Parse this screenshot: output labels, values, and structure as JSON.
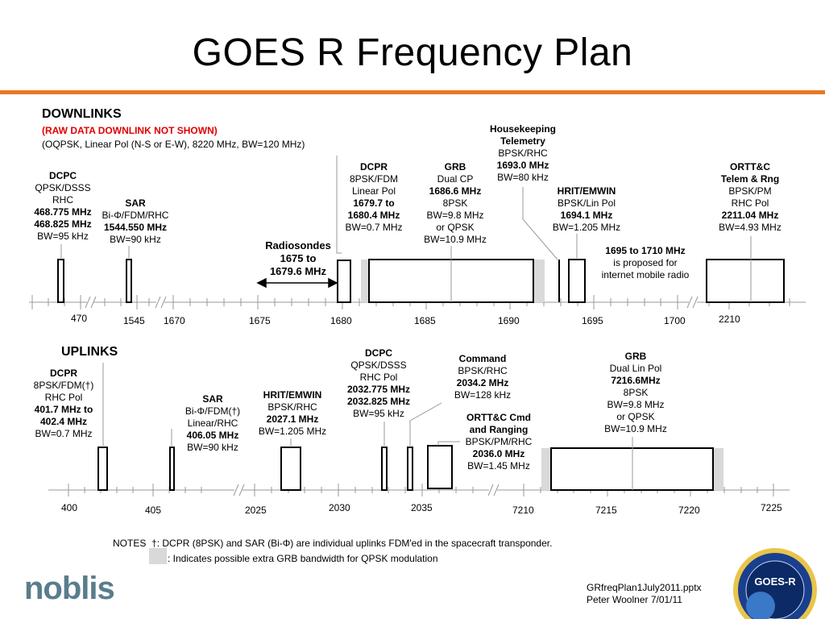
{
  "title": "GOES R Frequency Plan",
  "downlinks": {
    "header": "DOWNLINKS",
    "note_red": "(RAW DATA DOWNLINK NOT SHOWN)",
    "note": "(OQPSK, Linear Pol (N-S or E-W), 8220 MHz, BW=120 MHz)",
    "dcpc": [
      "DCPC",
      "QPSK/DSSS",
      "RHC",
      "468.775 MHz",
      "468.825 MHz",
      "BW=95 kHz"
    ],
    "sar": [
      "SAR",
      "Bi-Φ/FDM/RHC",
      "1544.550 MHz",
      "BW=90 kHz"
    ],
    "radiosondes": [
      "Radiosondes",
      "1675 to",
      "1679.6 MHz"
    ],
    "dcpr": [
      "DCPR",
      "8PSK/FDM",
      "Linear Pol",
      "1679.7 to",
      "1680.4 MHz",
      "BW=0.7 MHz"
    ],
    "grb": [
      "GRB",
      "Dual CP",
      "1686.6 MHz",
      "8PSK",
      "BW=9.8 MHz",
      "or QPSK",
      "BW=10.9 MHz"
    ],
    "hk": [
      "Housekeeping",
      "Telemetry",
      "BPSK/RHC",
      "1693.0 MHz",
      "BW=80 kHz"
    ],
    "hrit": [
      "HRIT/EMWIN",
      "BPSK/Lin Pol",
      "1694.1 MHz",
      "BW=1.205 MHz"
    ],
    "proposed": [
      "1695 to 1710 MHz",
      "is proposed for",
      "internet mobile radio"
    ],
    "ortt": [
      "ORTT&C",
      "Telem & Rng",
      "BPSK/PM",
      "RHC Pol",
      "2211.04 MHz",
      "BW=4.93 MHz"
    ],
    "ticks": [
      "470",
      "1545",
      "1670",
      "1675",
      "1680",
      "1685",
      "1690",
      "1695",
      "1700",
      "2210"
    ]
  },
  "uplinks": {
    "header": "UPLINKS",
    "dcpr": [
      "DCPR",
      "8PSK/FDM(†)",
      "RHC Pol",
      "401.7 MHz to",
      "402.4 MHz",
      "BW=0.7 MHz"
    ],
    "sar": [
      "SAR",
      "Bi-Φ/FDM(†)",
      "Linear/RHC",
      "406.05 MHz",
      "BW=90 kHz"
    ],
    "hrit": [
      "HRIT/EMWIN",
      "BPSK/RHC",
      "2027.1 MHz",
      "BW=1.205 MHz"
    ],
    "dcpc": [
      "DCPC",
      "QPSK/DSSS",
      "RHC Pol",
      "2032.775 MHz",
      "2032.825 MHz",
      "BW=95 kHz"
    ],
    "command": [
      "Command",
      "BPSK/RHC",
      "2034.2 MHz",
      "BW=128 kHz"
    ],
    "ortt": [
      "ORTT&C Cmd",
      "and Ranging",
      "BPSK/PM/RHC",
      "2036.0 MHz",
      "BW=1.45 MHz"
    ],
    "grb": [
      "GRB",
      "Dual Lin Pol",
      "7216.6MHz",
      "8PSK",
      "BW=9.8 MHz",
      "or QPSK",
      "BW=10.9 MHz"
    ],
    "ticks": [
      "400",
      "405",
      "2025",
      "2030",
      "2035",
      "7210",
      "7215",
      "7220",
      "7225"
    ]
  },
  "notes": {
    "label": "NOTES",
    "line1": "†: DCPR (8PSK) and SAR (Bi-Φ) are individual uplinks FDM'ed in the spacecraft transponder.",
    "line2": ": Indicates possible extra GRB bandwidth for QPSK modulation"
  },
  "footer": {
    "logo": "noblis",
    "file": "GRfreqPlan1July2011.pptx",
    "author": "Peter Woolner  7/01/11",
    "badge": "GOES-R"
  },
  "colors": {
    "accent": "#e87722",
    "gray": "#d9d9d9"
  }
}
